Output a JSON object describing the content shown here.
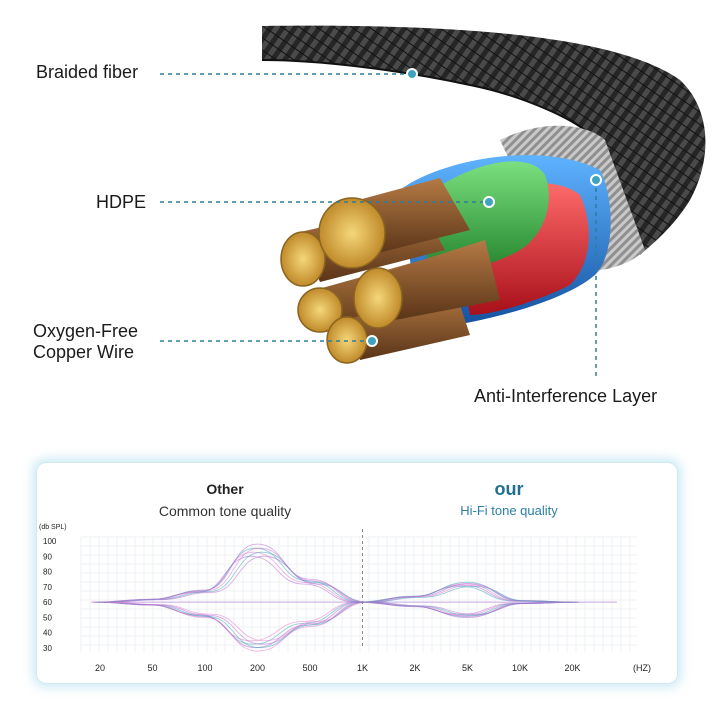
{
  "diagram": {
    "labels": {
      "braided": "Braided fiber",
      "hdpe": "HDPE",
      "copper_line1": "Oxygen-Free",
      "copper_line2": "Copper Wire",
      "anti": "Anti-Interference Layer"
    },
    "colors": {
      "callout_line": "#2a7f9a",
      "braid": "#2b2b2b",
      "shield": "#b8b8b8",
      "insulation_blue": "#1e6fd0",
      "insulation_green": "#2fae3a",
      "insulation_red": "#d9202a",
      "copper": "#8a5a33",
      "copper_end": "#e2b84a"
    }
  },
  "comparison": {
    "left": {
      "title": "Other",
      "subtitle": "Common tone quality"
    },
    "right": {
      "title": "our",
      "subtitle": "Hi-Fi tone quality"
    }
  },
  "chart_data": {
    "type": "line",
    "ylabel": "(db SPL)",
    "xunit": "(HZ)",
    "yticks": [
      "100",
      "90",
      "80",
      "70",
      "60",
      "50",
      "40",
      "30"
    ],
    "xticks": [
      "20",
      "50",
      "100",
      "200",
      "500",
      "1K",
      "2K",
      "5K",
      "10K",
      "20K"
    ],
    "ylim": [
      30,
      100
    ],
    "baseline": 60,
    "grid": true,
    "divider_at": "1K",
    "series": [
      {
        "x": [
          "20",
          "50",
          "100",
          "200",
          "500",
          "1K"
        ],
        "y": [
          60,
          62,
          68,
          98,
          75,
          60
        ]
      },
      {
        "x": [
          "20",
          "50",
          "100",
          "200",
          "500",
          "1K"
        ],
        "y": [
          60,
          58,
          50,
          28,
          44,
          60
        ]
      },
      {
        "x": [
          "1K",
          "2K",
          "5K",
          "10K",
          "20K"
        ],
        "y": [
          60,
          64,
          73,
          61,
          60
        ]
      },
      {
        "x": [
          "1K",
          "2K",
          "5K",
          "10K",
          "20K"
        ],
        "y": [
          60,
          57,
          50,
          59,
          60
        ]
      }
    ],
    "colors": {
      "wave_purple": "#b06bd6",
      "wave_teal": "#3fa6b8",
      "wave_pink": "#e07ad0",
      "divider": "#888888"
    }
  }
}
